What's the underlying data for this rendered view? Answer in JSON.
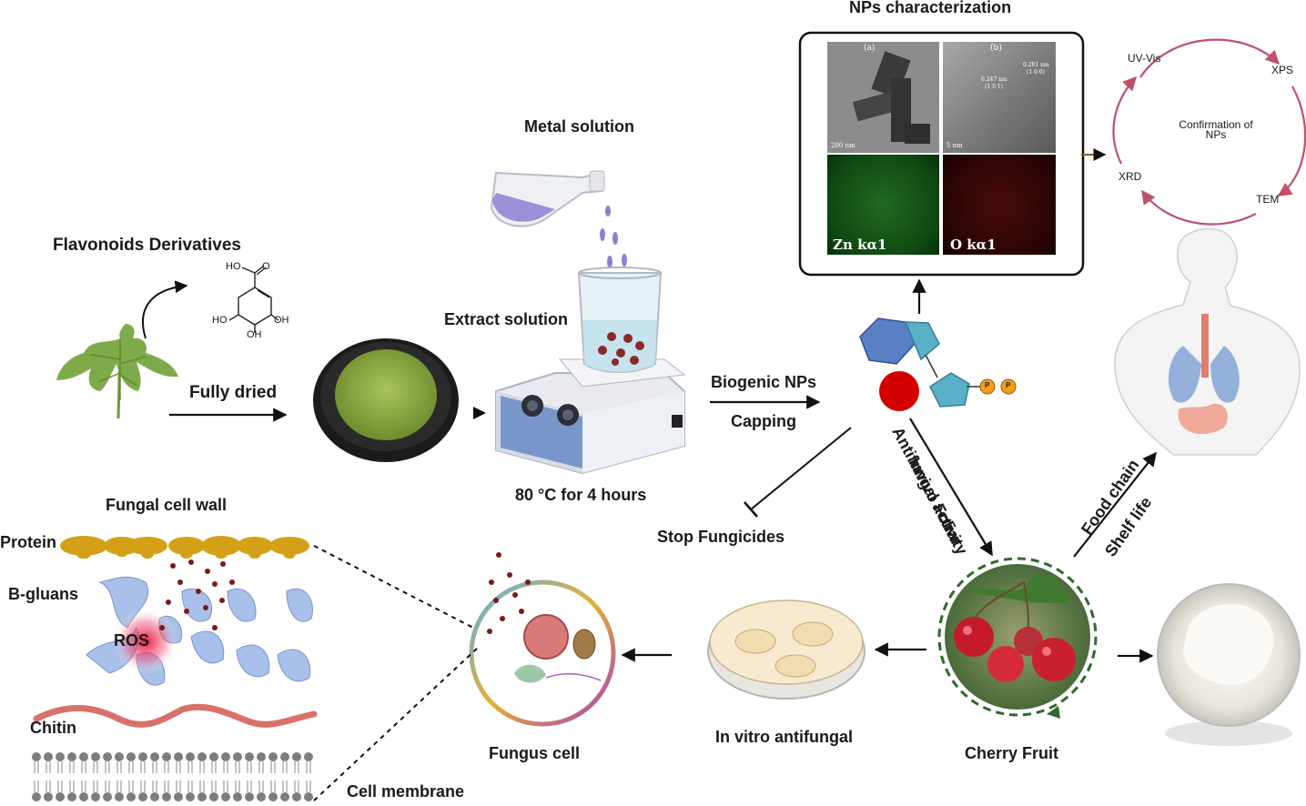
{
  "labels": {
    "flavonoids": "Flavonoids Derivatives",
    "fully_dried": "Fully dried",
    "metal_solution": "Metal solution",
    "extract_solution": "Extract solution",
    "temp_time": "80 °C for 4 hours",
    "biogenic_nps": "Biogenic NPs",
    "capping": "Capping",
    "nps_characterization": "NPs characterization",
    "invivo_foliar": "Invivo Foliar",
    "antifungal_activity": "Antifungal activity",
    "food_chain": "Food chain",
    "shelf_life": "Shelf life",
    "stop_fungicides": "Stop Fungicides",
    "fungal_cell_wall": "Fungal cell wall",
    "protein": "Protein",
    "b_gluans": "B-gluans",
    "ros": "ROS",
    "chitin": "Chitin",
    "cell_membrane": "Cell membrane",
    "fungus_cell": "Fungus cell",
    "in_vitro": "In vitro antifungal",
    "cherry_fruit": "Cherry Fruit"
  },
  "molecule": {
    "ho_top": "HO",
    "o": "O",
    "ho_left": "HO",
    "oh_right": "OH",
    "oh_bottom": "OH"
  },
  "tem": {
    "panel_a": "(a)",
    "panel_b": "(b)",
    "scale_a": "200 nm",
    "scale_b": "5 nm",
    "d1": "0.247 nm",
    "d1_hkl": "(1 0 1)",
    "d2": "0.281 nm",
    "d2_hkl": "(1 0 0)",
    "zn": "Zn kα1",
    "o": "O kα1"
  },
  "cycle": {
    "center": "Confirmation of NPs",
    "uv_vis": "UV-Vis",
    "xps": "XPS",
    "tem": "TEM",
    "xrd": "XRD"
  },
  "phosphate": "P",
  "colors": {
    "cycle_arrow": "#c0506a",
    "brown_arrow": "#8b5a2b",
    "hexagon": "#5b7fc4",
    "pentagon": "#5ab0c8",
    "red_dot": "#d40000",
    "phosphate": "#f0a020",
    "protein": "#d4a017",
    "glucan": "#a9c1ea",
    "chitin": "#d9706a",
    "leaf": "#7faa4a"
  }
}
